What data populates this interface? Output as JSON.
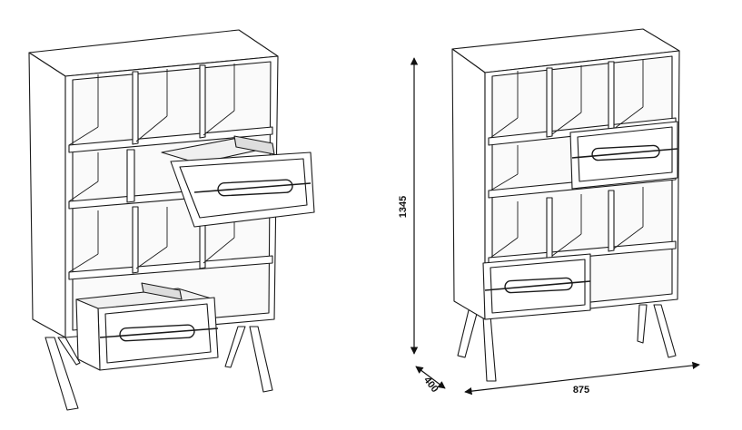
{
  "diagram": {
    "views": [
      {
        "name": "open-view",
        "drawers_open": 2
      },
      {
        "name": "closed-view",
        "drawers_open": 0
      }
    ],
    "dimensions": {
      "height": "1345",
      "depth": "400",
      "width": "875"
    },
    "colors": {
      "line": "#1a1a1a",
      "fill": "#ffffff",
      "shade": "#e6e6e6"
    }
  }
}
